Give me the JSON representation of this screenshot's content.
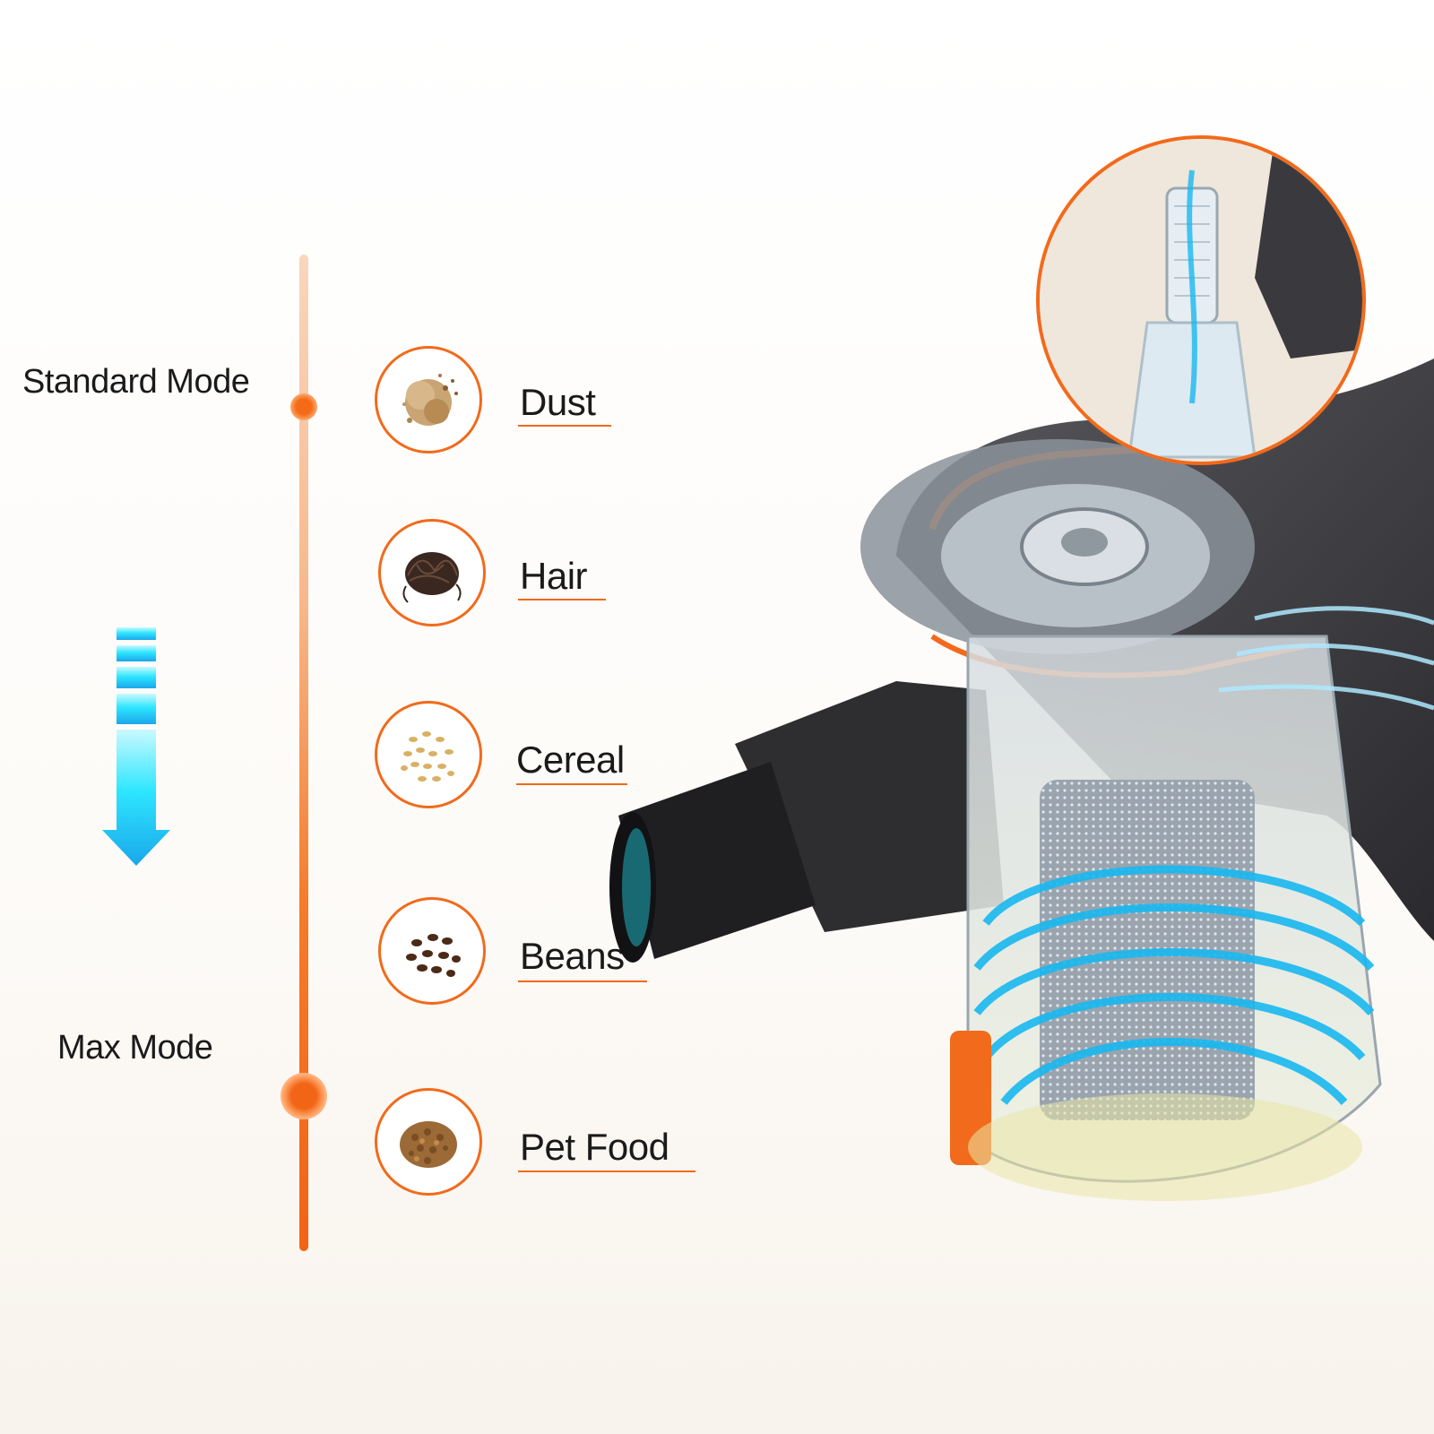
{
  "modes": {
    "standard": "Standard Mode",
    "max": "Max Mode"
  },
  "debris": [
    {
      "label": "Dust",
      "icon": "dust-icon"
    },
    {
      "label": "Hair",
      "icon": "hair-icon"
    },
    {
      "label": "Cereal",
      "icon": "cereal-icon"
    },
    {
      "label": "Beans",
      "icon": "beans-icon"
    },
    {
      "label": "Pet Food",
      "icon": "pet-food-icon"
    }
  ],
  "colors": {
    "accent": "#f26a1b",
    "suction_blue": "#19b8f0",
    "arrow_cyan": "#00e5ff"
  }
}
